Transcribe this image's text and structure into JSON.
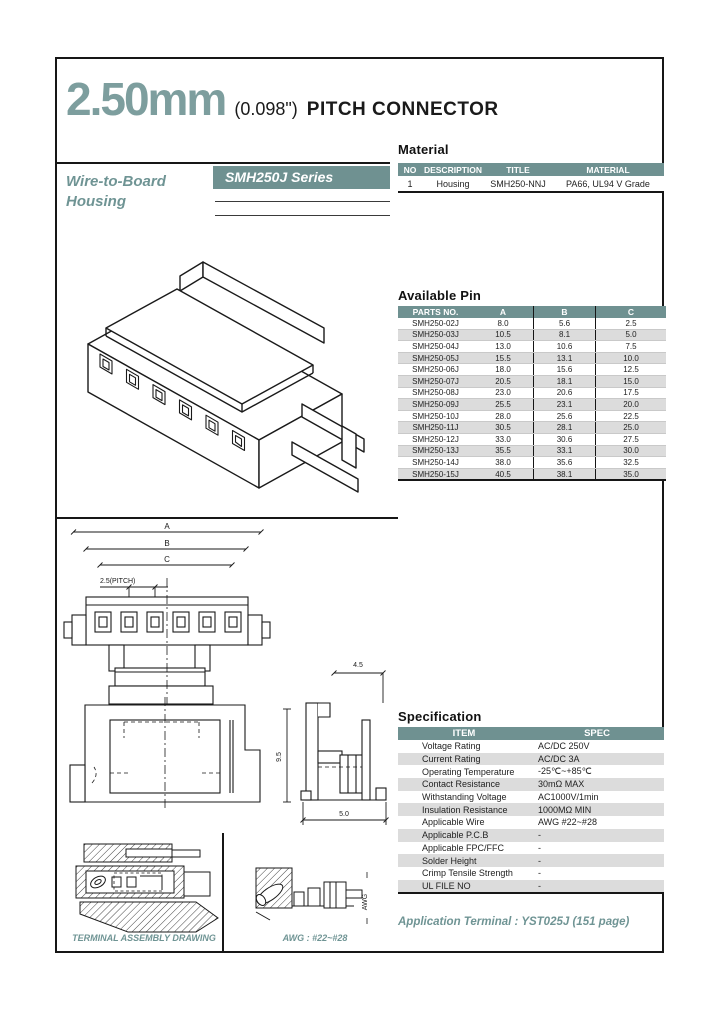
{
  "page": {
    "title_mm": "2.50mm",
    "title_paren": "(0.098\")",
    "title_main": "PITCH CONNECTOR",
    "series_badge": "SMH250J Series",
    "product_line1": "Wire-to-Board",
    "product_line2": "Housing",
    "application_terminal": "Application Terminal : YST025J (151 page)"
  },
  "material": {
    "heading": "Material",
    "headers": [
      "NO",
      "DESCRIPTION",
      "TITLE",
      "MATERIAL"
    ],
    "rows": [
      [
        "1",
        "Housing",
        "SMH250-NNJ",
        "PA66, UL94 V Grade"
      ]
    ]
  },
  "available_pin": {
    "heading": "Available Pin",
    "headers": [
      "PARTS NO.",
      "A",
      "B",
      "C"
    ],
    "rows": [
      [
        "SMH250-02J",
        "8.0",
        "5.6",
        "2.5"
      ],
      [
        "SMH250-03J",
        "10.5",
        "8.1",
        "5.0"
      ],
      [
        "SMH250-04J",
        "13.0",
        "10.6",
        "7.5"
      ],
      [
        "SMH250-05J",
        "15.5",
        "13.1",
        "10.0"
      ],
      [
        "SMH250-06J",
        "18.0",
        "15.6",
        "12.5"
      ],
      [
        "SMH250-07J",
        "20.5",
        "18.1",
        "15.0"
      ],
      [
        "SMH250-08J",
        "23.0",
        "20.6",
        "17.5"
      ],
      [
        "SMH250-09J",
        "25.5",
        "23.1",
        "20.0"
      ],
      [
        "SMH250-10J",
        "28.0",
        "25.6",
        "22.5"
      ],
      [
        "SMH250-11J",
        "30.5",
        "28.1",
        "25.0"
      ],
      [
        "SMH250-12J",
        "33.0",
        "30.6",
        "27.5"
      ],
      [
        "SMH250-13J",
        "35.5",
        "33.1",
        "30.0"
      ],
      [
        "SMH250-14J",
        "38.0",
        "35.6",
        "32.5"
      ],
      [
        "SMH250-15J",
        "40.5",
        "38.1",
        "35.0"
      ]
    ]
  },
  "specification": {
    "heading": "Specification",
    "headers": [
      "ITEM",
      "SPEC"
    ],
    "rows": [
      [
        "Voltage Rating",
        "AC/DC 250V"
      ],
      [
        "Current Rating",
        "AC/DC 3A"
      ],
      [
        "Operating Temperature",
        "-25℃~+85℃"
      ],
      [
        "Contact Resistance",
        "30mΩ MAX"
      ],
      [
        "Withstanding Voltage",
        "AC1000V/1min"
      ],
      [
        "Insulation Resistance",
        "1000MΩ MIN"
      ],
      [
        "Applicable Wire",
        "AWG #22~#28"
      ],
      [
        "Applicable P.C.B",
        "-"
      ],
      [
        "Applicable FPC/FFC",
        "-"
      ],
      [
        "Solder Height",
        "-"
      ],
      [
        "Crimp Tensile Strength",
        "-"
      ],
      [
        "UL FILE NO",
        "-"
      ]
    ]
  },
  "drawings": {
    "dim_a": "A",
    "dim_b": "B",
    "dim_c": "C",
    "pitch_label": "2.5(PITCH)",
    "dim_height": "9.5",
    "dim_depth": "5.0",
    "dim_top": "4.5",
    "awg_vertical": "AWG",
    "terminal_caption": "TERMINAL ASSEMBLY DRAWING",
    "awg_caption": "AWG : #22~#28"
  },
  "colors": {
    "teal_title": "#7d9e9e",
    "teal_band": "#6f9191",
    "teal_text": "#6f9494",
    "row_alt": "#dcdcdc"
  }
}
